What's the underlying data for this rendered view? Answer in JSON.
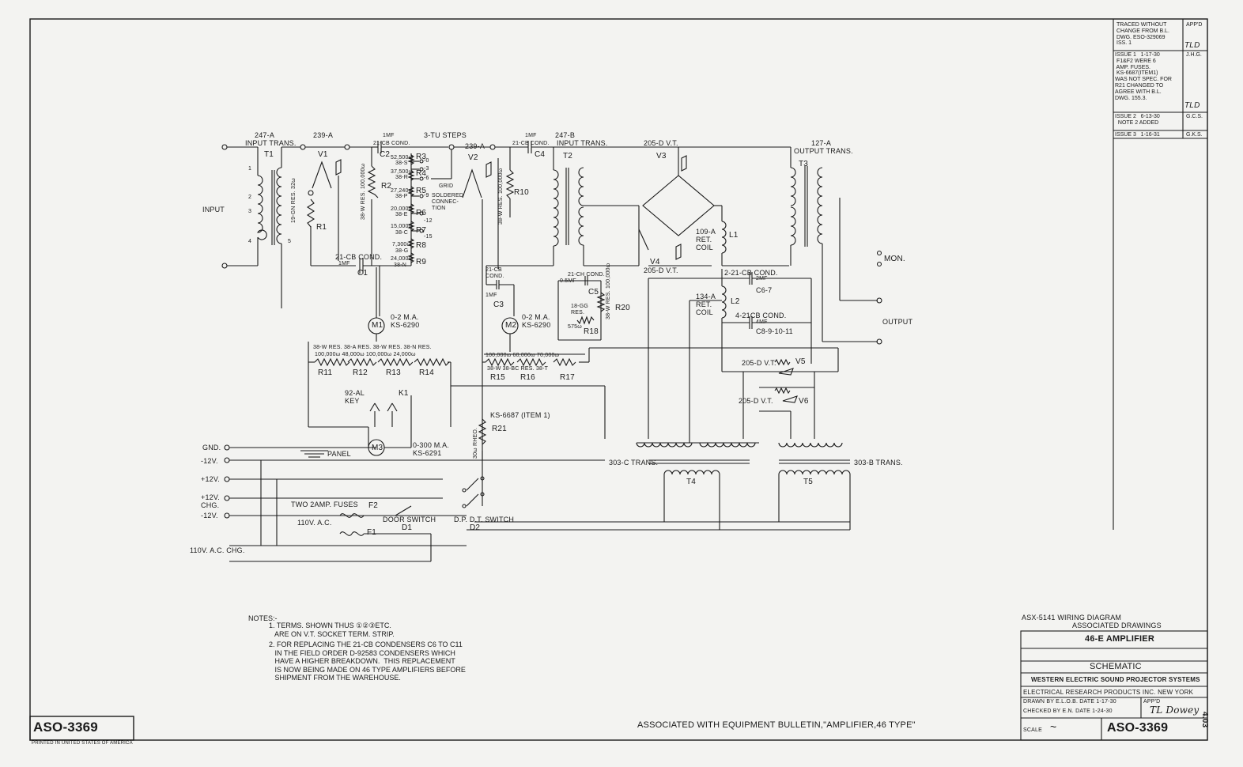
{
  "sheet_number": "ASO-3369",
  "printed_in": "PRINTED IN UNITED STATES OF AMERICA",
  "bulletin_line": "ASSOCIATED WITH EQUIPMENT BULLETIN,\"AMPLIFIER,46 TYPE\"",
  "side_number": "4.03",
  "revision_block": {
    "traced": "TRACED WITHOUT\nCHANGE FROM B.L.\nDWG. ESO-329069\nISS. 1",
    "app_header": "APP'D",
    "app1": "TLD",
    "issue1": "ISSUE 1   1-17-30\n F1&F2 WERE 6\n AMP. FUSES.\n KS-6687(ITEM1)\nWAS NOT SPEC. FOR\nR21 CHANGED TO\nAGREE WITH B.L.\nDWG. 155.3.",
    "issue1_by": "J.H.G.",
    "app2": "TLD",
    "issue2": "ISSUE 2   6-13-30\n  NOTE 2 ADDED",
    "issue2_by": "G.C.S.",
    "issue3": "ISSUE 3   1-16-31",
    "issue3_by": "G.K.S."
  },
  "title_block": {
    "drawing_ref": "ASX-5141  WIRING DIAGRAM",
    "assoc": "ASSOCIATED DRAWINGS",
    "title": "46-E AMPLIFIER",
    "kind": "SCHEMATIC",
    "system": "WESTERN ELECTRIC SOUND PROJECTOR SYSTEMS",
    "company": "ELECTRICAL RESEARCH PRODUCTS INC. NEW YORK",
    "drawn": "DRAWN BY  E.L.O.B.  DATE 1-17-30",
    "checked": "CHECKED BY  E.N.  DATE 1-24-30",
    "appd": "APP'D",
    "signature": "TL Dowey",
    "scale": "SCALE",
    "number": "ASO-3369"
  },
  "notes": {
    "heading": "NOTES:-",
    "n1": "1. TERMS. SHOWN THUS ①②③ETC.\n   ARE ON V.T. SOCKET TERM. STRIP.",
    "n2": "2. FOR REPLACING THE 21-CB CONDENSERS C6 TO C11\n   IN THE FIELD ORDER D-92583 CONDENSERS WHICH\n   HAVE A HIGHER BREAKDOWN.  THIS REPLACEMENT\n   IS NOW BEING MADE ON 46 TYPE AMPLIFIERS BEFORE\n   SHIPMENT FROM THE WAREHOUSE."
  },
  "labels": {
    "input": "INPUT",
    "output": "OUTPUT",
    "mon": "MON.",
    "t1_type": "247-A",
    "t1_desc": "INPUT TRANS.",
    "t1": "T1",
    "v1_type": "239-A",
    "v1": "V1",
    "r1": "R1",
    "r1_desc": "19-GN RES. 32ω",
    "c2_type": "1MF",
    "c2_desc": "21-CB COND.",
    "c2": "C2",
    "r2": "R2",
    "r2_desc": "38-W RES. 100,000ω",
    "steps": "3-TU STEPS",
    "r3": "R3",
    "r3v": "52,500ω",
    "r3t": "38-S",
    "r4": "R4",
    "r4v": "37,500ω",
    "r4t": "38-R",
    "r5": "R5",
    "r5v": "27,240ω",
    "r5t": "38-P",
    "r6": "R6",
    "r6v": "20,000ω",
    "r6t": "38-E",
    "r7": "R7",
    "r7v": "15,000ω",
    "r7t": "38-C",
    "r8": "R8",
    "r8v": "7,300ω",
    "r8t": "38-G",
    "r9": "R9",
    "r9v": "24,000ω",
    "r9t": "38-N",
    "tap0": "-0",
    "tap3": "-3",
    "tap6": "-6",
    "tap9": "-9",
    "tap12": "-12",
    "tap15": "-15",
    "grid": "GRID",
    "soldered": "SOLDERED\nCONNEC-\nTION",
    "c1_desc": "21-CB COND.",
    "c1_mf": "1MF",
    "c1": "C1",
    "m1": "M1",
    "m1_desc": "0-2 M.A.\nKS-6290",
    "v2_type": "239-A",
    "v2": "V2",
    "r10": "R10",
    "r10_desc": "38-W RES. 100,000ω",
    "c4_type": "1MF",
    "c4_desc": "21-CB COND.",
    "c4": "C4",
    "t2_type": "247-B",
    "t2_desc": "INPUT TRANS.",
    "t2": "T2",
    "c3_desc": "21-CB\nCOND.",
    "c3_mf": "1MF",
    "c3": "C3",
    "m2": "M2",
    "m2_desc": "0-2 M.A.\nKS-6290",
    "c5_desc": "21-CH COND.",
    "c5_mf": "0.5MF",
    "c5": "C5",
    "r18_desc": "18-GG\nRES.",
    "r18v": "575ω",
    "r18": "R18",
    "r20": "R20",
    "r20_desc": "38-W RES. 100,000ω",
    "v3_type": "205-D V.T.",
    "v3": "V3",
    "v4": "V4",
    "v4_type": "205-D V.T.",
    "t3_type": "127-A",
    "t3_desc": "OUTPUT TRANS.",
    "t3": "T3",
    "l1_desc": "109-A\nRET.\nCOIL",
    "l1": "L1",
    "c67_desc": "2-21-CB COND.",
    "c67_mf": "2MF",
    "c67": "C6-7",
    "l2_desc": "134-A\nRET.\nCOIL",
    "l2": "L2",
    "c811_desc": "4-21CB COND.",
    "c811_mf": "4MF",
    "c811": "C8-9-10-11",
    "res_row1": "38-W RES. 38-A RES. 38-W RES. 38-N RES.",
    "res_row1v": "100,000ω  48,000ω  100,000ω  24,000ω",
    "r11": "R11",
    "r12": "R12",
    "r13": "R13",
    "r14": "R14",
    "res_row2v": "100,000ω   60,000ω      70,000ω",
    "res_row2": "38-W   38-BC RES.    38-T",
    "r15": "R15",
    "r16": "R16",
    "r17": "R17",
    "v5_type": "205-D V.T.",
    "v5": "V5",
    "v6_type": "205-D V.T.",
    "v6": "V6",
    "key_desc": "92-AL\nKEY",
    "k1": "K1",
    "ks6687": "KS-6687 (ITEM 1)",
    "rheo_desc": "30ω RHEO.",
    "r21": "R21",
    "m3": "M3",
    "m3_desc": "0-300 M.A.\nKS-6291",
    "panel": "PANEL",
    "gnd": "GND.",
    "m12v": "-12V.",
    "p12v": "+12V.",
    "p12vchg": "+12V.\nCHG.",
    "m12v2": "-12V.",
    "fuses": "TWO 2AMP. FUSES",
    "f2": "F2",
    "f1": "F1",
    "ac110": "110V. A.C.",
    "door": "DOOR SWITCH",
    "d1": "D1",
    "dpdt": "D.P. D.T. SWITCH",
    "d2": "D2",
    "ac110chg": "110V. A.C. CHG.",
    "t4_desc": "303-C TRANS.",
    "t4": "T4",
    "t5_desc": "303-B TRANS.",
    "t5": "T5",
    "term1": "1",
    "term2": "2",
    "term3": "3",
    "term4": "4",
    "term5": "5"
  }
}
